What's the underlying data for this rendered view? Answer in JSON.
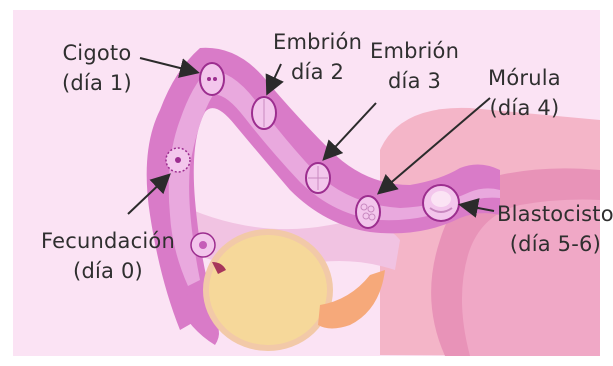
{
  "labels": {
    "cigoto": {
      "line1": "Cigoto",
      "line2": "(día 1)"
    },
    "embrion2": {
      "line1": "Embrión",
      "line2": "día 2"
    },
    "embrion3": {
      "line1": "Embrión",
      "line2": "día 3"
    },
    "morula": {
      "line1": "Mórula",
      "line2": "(día 4)"
    },
    "fecundacion": {
      "line1": "Fecundación",
      "line2": "(día 0)"
    },
    "blastocisto": {
      "line1": "Blastocisto",
      "line2": "(día 5-6)"
    }
  },
  "colors": {
    "background": "#fbe3f4",
    "tube": "#d87ac7",
    "tube_inner": "#e7a5dc",
    "ovary": "#f6d89a",
    "uterus": "#f5b7c4",
    "cell": "#f3c6ec",
    "cell_outline": "#9c2e8f",
    "arrow": "#2b2b2b"
  },
  "icons": [
    "zygote-cell",
    "embryo-cell",
    "morula-cell",
    "blastocyst-cell",
    "fertilization-cell",
    "ovum-cell"
  ]
}
